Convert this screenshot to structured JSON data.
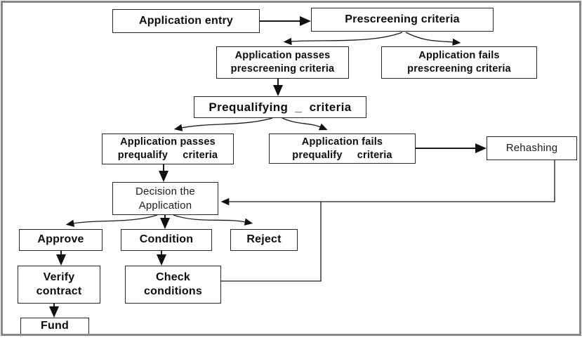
{
  "diagram": {
    "name": "application-processing-flowchart",
    "colors": {
      "background": "#ffffff",
      "frame_border": "#878787",
      "box_border": "#262626",
      "text": "#0d0d0d",
      "connector": "#1a1a1a"
    },
    "nodes": {
      "application_entry": {
        "label": "Application entry"
      },
      "prescreening": {
        "label": "Prescreening criteria"
      },
      "passes_prescreening": {
        "label": "Application passes\nprescreening criteria"
      },
      "fails_prescreening": {
        "label": "Application fails\nprescreening criteria"
      },
      "prequalifying": {
        "label": "Prequalifying  _  criteria"
      },
      "passes_prequalify": {
        "label": "Application passes\nprequalify     criteria"
      },
      "fails_prequalify": {
        "label": "Application fails\nprequalify     criteria"
      },
      "rehashing": {
        "label": "Rehashing"
      },
      "decision": {
        "label": "Decision the\nApplication"
      },
      "approve": {
        "label": "Approve"
      },
      "condition": {
        "label": "Condition"
      },
      "reject": {
        "label": "Reject"
      },
      "verify_contract": {
        "label": "Verify\ncontract"
      },
      "check_conditions": {
        "label": "Check\nconditions"
      },
      "fund": {
        "label": "Fund"
      }
    },
    "edges": [
      {
        "from": "application_entry",
        "to": "prescreening"
      },
      {
        "from": "prescreening",
        "to": "passes_prescreening"
      },
      {
        "from": "prescreening",
        "to": "fails_prescreening"
      },
      {
        "from": "passes_prescreening",
        "to": "prequalifying"
      },
      {
        "from": "prequalifying",
        "to": "passes_prequalify"
      },
      {
        "from": "prequalifying",
        "to": "fails_prequalify"
      },
      {
        "from": "fails_prequalify",
        "to": "rehashing"
      },
      {
        "from": "passes_prequalify",
        "to": "decision"
      },
      {
        "from": "rehashing",
        "to": "decision"
      },
      {
        "from": "decision",
        "to": "approve"
      },
      {
        "from": "decision",
        "to": "condition"
      },
      {
        "from": "decision",
        "to": "reject"
      },
      {
        "from": "approve",
        "to": "verify_contract"
      },
      {
        "from": "condition",
        "to": "check_conditions"
      },
      {
        "from": "verify_contract",
        "to": "fund"
      },
      {
        "from": "check_conditions",
        "to": "decision"
      }
    ]
  }
}
